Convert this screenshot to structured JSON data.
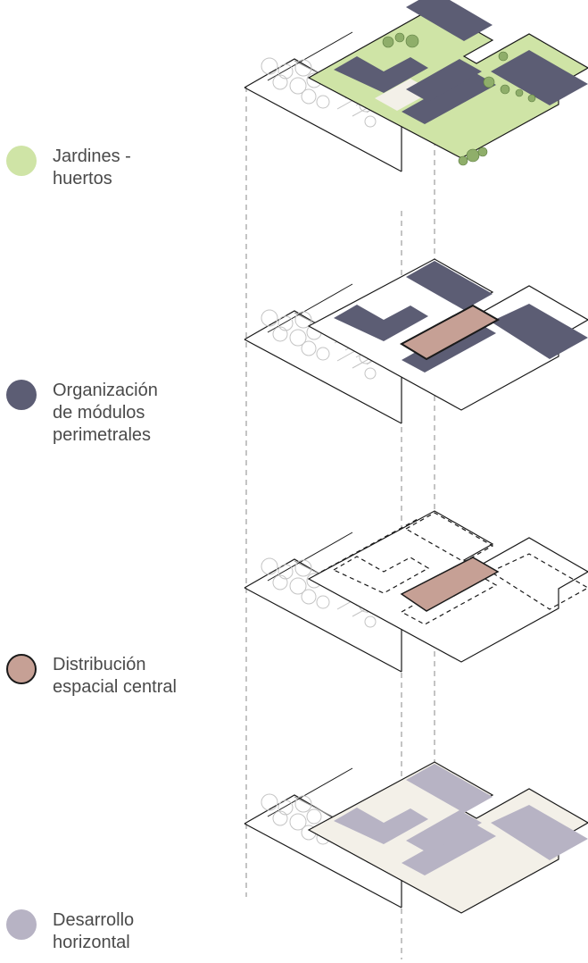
{
  "legend": [
    {
      "label": "Jardines -\nhuertos",
      "color": "#cfe4a6",
      "border": "none"
    },
    {
      "label": "Organización\nde módulos\nperimetrales",
      "color": "#5c5d74",
      "border": "none"
    },
    {
      "label": "Distribución\nespacial central",
      "color": "#c6a095",
      "border": "#1a1a1a"
    },
    {
      "label": "Desarrollo\nhorizontal",
      "color": "#b7b3c4",
      "border": "none"
    }
  ],
  "colors": {
    "garden": "#cfe4a6",
    "module": "#5c5d74",
    "central": "#c6a095",
    "development": "#b7b3c4",
    "floor": "#f3f0e8",
    "line": "#1a1a1a",
    "guide": "#8a8a8a"
  }
}
